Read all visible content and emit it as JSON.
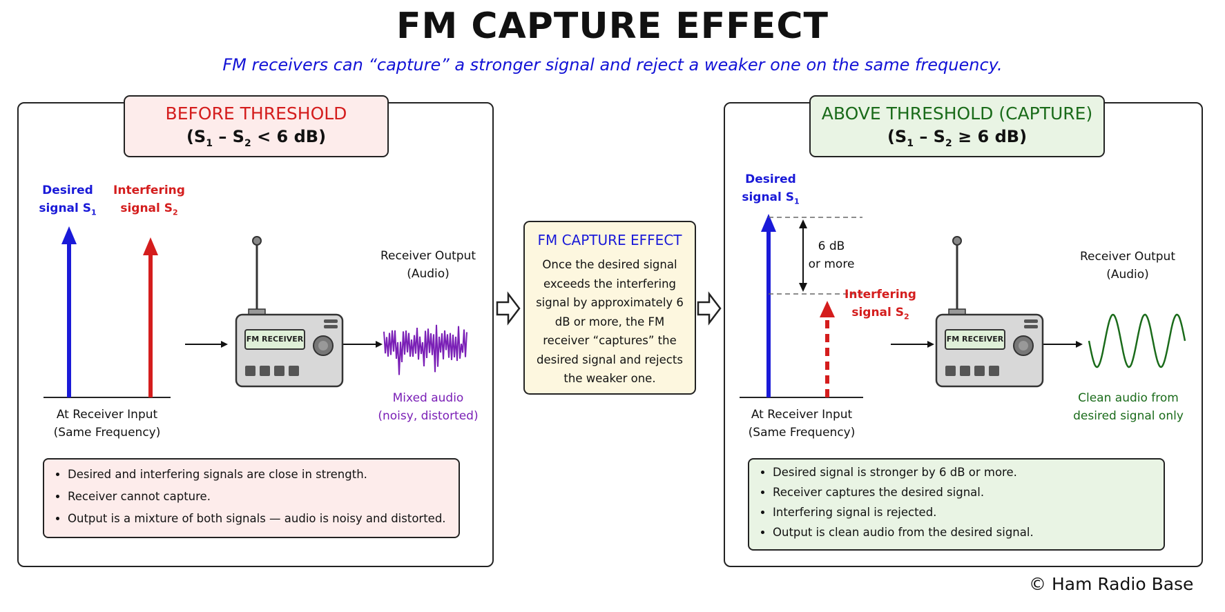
{
  "title": "FM CAPTURE EFFECT",
  "subtitle": "FM receivers can “capture” a stronger signal and reject a weaker one on the same frequency.",
  "left_panel": {
    "heading": "BEFORE THRESHOLD",
    "condition_prefix": "(S",
    "condition_sub1": "1",
    "condition_mid": " – S",
    "condition_sub2": "2",
    "condition_suffix": " < 6 dB)",
    "desired_line1": "Desired",
    "desired_line2": "signal S",
    "desired_sub": "1",
    "interfering_line1": "Interfering",
    "interfering_line2": "signal S",
    "interfering_sub": "2",
    "input_label_line1": "At Receiver Input",
    "input_label_line2": "(Same Frequency)",
    "receiver_label": "FM RECEIVER",
    "output_label_line1": "Receiver Output",
    "output_label_line2": "(Audio)",
    "result_line1": "Mixed audio",
    "result_line2": "(noisy, distorted)",
    "notes": [
      "Desired and interfering signals are close in strength.",
      "Receiver cannot capture.",
      "Output is a mixture of both signals — audio is noisy and distorted."
    ]
  },
  "middle": {
    "title": "FM CAPTURE EFFECT",
    "text": "Once the desired signal exceeds the interfering signal by approximately 6 dB or more, the FM receiver “captures” the desired signal and rejects the weaker one."
  },
  "right_panel": {
    "heading": "ABOVE THRESHOLD (CAPTURE)",
    "condition_prefix": "(S",
    "condition_sub1": "1",
    "condition_mid": " – S",
    "condition_sub2": "2",
    "condition_suffix": " ≥ 6 dB)",
    "desired_line1": "Desired",
    "desired_line2": "signal S",
    "desired_sub": "1",
    "interfering_line1": "Interfering",
    "interfering_line2": "signal S",
    "interfering_sub": "2",
    "gap_line1": "6 dB",
    "gap_line2": "or more",
    "input_label_line1": "At Receiver Input",
    "input_label_line2": "(Same Frequency)",
    "receiver_label": "FM RECEIVER",
    "output_label_line1": "Receiver Output",
    "output_label_line2": "(Audio)",
    "result_line1": "Clean audio from",
    "result_line2": "desired signal only",
    "notes": [
      "Desired signal is stronger by 6 dB or more.",
      "Receiver captures the desired signal.",
      "Interfering signal is rejected.",
      "Output is clean audio from the desired signal."
    ]
  },
  "footer": "© Ham Radio Base",
  "colors": {
    "desired": "#1a1ad8",
    "interfering": "#d41d1d",
    "mixed_audio": "#7a1fb6",
    "clean_audio": "#1a6b1a",
    "before_fill": "#fdeceb",
    "capture_fill": "#e9f4e4",
    "middle_fill": "#fdf7df"
  }
}
